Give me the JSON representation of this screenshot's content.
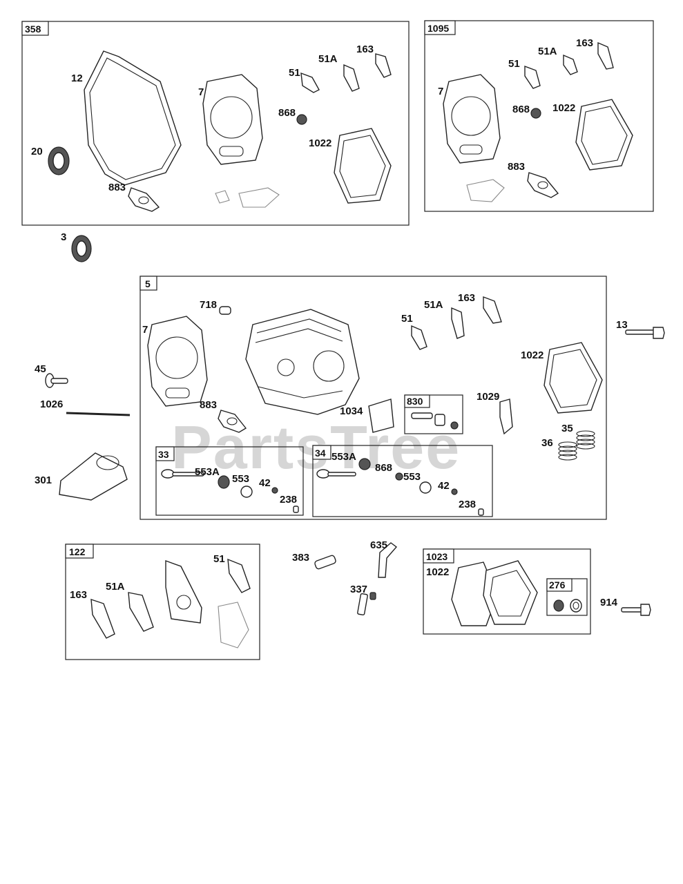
{
  "watermark": "PartsTree",
  "kits": {
    "k358": "358",
    "k1095": "1095",
    "k5": "5",
    "k830": "830",
    "k33": "33",
    "k34": "34",
    "k122": "122",
    "k1023": "1023",
    "k276": "276"
  },
  "labels": {
    "p12": "12",
    "p20": "20",
    "p883": "883",
    "p7": "7",
    "p51": "51",
    "p51A": "51A",
    "p163": "163",
    "p868": "868",
    "p1022": "1022",
    "p3": "3",
    "p718": "718",
    "p13": "13",
    "p45": "45",
    "p1026": "1026",
    "p1034": "1034",
    "p1029": "1029",
    "p35": "35",
    "p36": "36",
    "p301": "301",
    "p553A": "553A",
    "p553": "553",
    "p42": "42",
    "p238": "238",
    "p383": "383",
    "p635": "635",
    "p337": "337",
    "p914": "914"
  }
}
